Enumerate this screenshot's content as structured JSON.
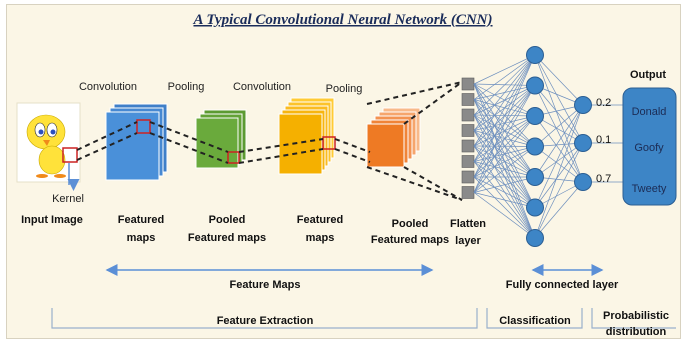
{
  "title": "A Typical Convolutional Neural Network (CNN)",
  "stages": {
    "convolution_1": "Convolution",
    "pooling_1": "Pooling",
    "convolution_2": "Convolution",
    "pooling_2": "Pooling"
  },
  "kernel_label": "Kernel",
  "bottom_labels": {
    "input_image": "Input Image",
    "featured_maps_1": [
      "Featured",
      "maps"
    ],
    "pooled_maps_1": [
      "Pooled",
      "Featured maps"
    ],
    "featured_maps_2": [
      "Featured",
      "maps"
    ],
    "pooled_maps_2": [
      "Pooled",
      "Featured maps"
    ],
    "flatten": [
      "Flatten",
      "layer"
    ]
  },
  "output": {
    "heading": "Output",
    "classes": [
      {
        "label": "Donald",
        "probability": "0.2"
      },
      {
        "label": "Goofy",
        "probability": "0.1"
      },
      {
        "label": "Tweety",
        "probability": "0.7"
      }
    ]
  },
  "ranges": {
    "feature_maps": "Feature Maps",
    "fully_connected": "Fully connected layer"
  },
  "sections": {
    "feature_extraction": "Feature Extraction",
    "classification": "Classification",
    "probabilistic": [
      "Probabilistic",
      "distribution"
    ]
  },
  "colors": {
    "panel": "#fbf6e6",
    "conv1": "#4a90d9",
    "pool1": "#6aaa3c",
    "conv2": "#f5b400",
    "pool2": "#ee7a24",
    "nodes": "#3d85c6",
    "output_box": "#3d85c6",
    "kernel_box": "#cc2222"
  }
}
